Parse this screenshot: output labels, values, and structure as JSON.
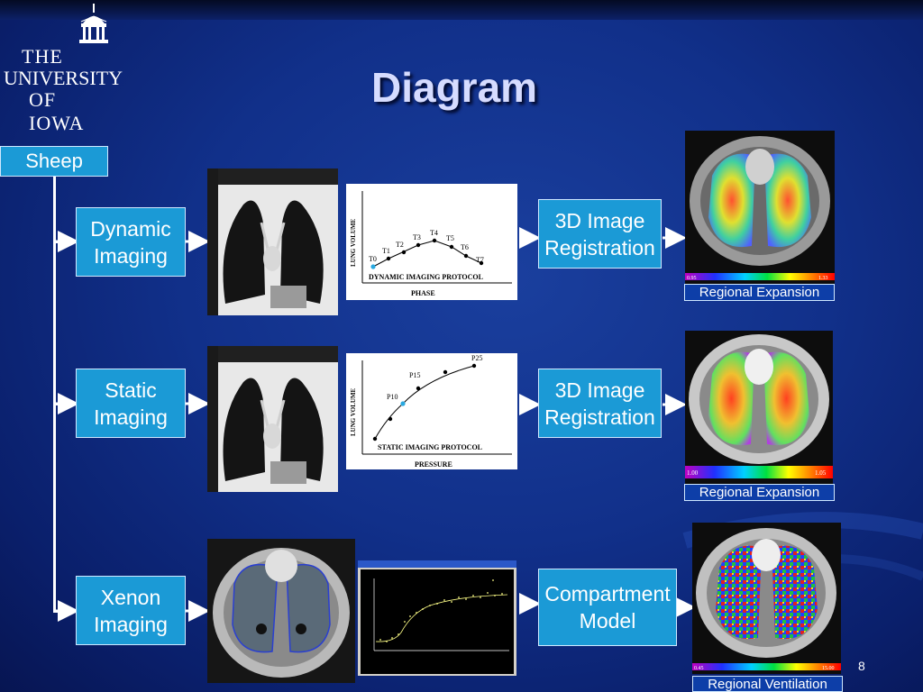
{
  "slide": {
    "title": "Diagram",
    "page_number": "8",
    "logo": {
      "line1": "THE",
      "line2": "UNIVERSITY",
      "line3": "OF IOWA"
    }
  },
  "diagram": {
    "root": "Sheep",
    "rows": [
      {
        "input": [
          "Dynamic",
          "Imaging"
        ],
        "process": [
          "3D Image",
          "Registration"
        ],
        "result_label": "Regional Expansion",
        "plot": {
          "ylabel": "LUNG VOLUME",
          "xlabel": "PHASE",
          "caption": "DYNAMIC IMAGING PROTOCOL",
          "points": [
            "T0",
            "T1",
            "T2",
            "T3",
            "T4",
            "T5",
            "T6",
            "T7"
          ]
        },
        "scale": {
          "min": "0.95",
          "max": "1.33"
        }
      },
      {
        "input": [
          "Static",
          "Imaging"
        ],
        "process": [
          "3D Image",
          "Registration"
        ],
        "result_label": "Regional Expansion",
        "plot": {
          "ylabel": "LUNG VOLUME",
          "xlabel": "PRESSURE",
          "caption": "STATIC IMAGING PROTOCOL",
          "points": [
            "P10",
            "P15",
            "P25"
          ]
        },
        "scale": {
          "min": "1.00",
          "max": "1.05"
        }
      },
      {
        "input": [
          "Xenon",
          "Imaging"
        ],
        "process": [
          "Compartment",
          "Model"
        ],
        "result_label": "Regional Ventilation",
        "scale": {
          "min": "0.45",
          "max": "15.00"
        }
      }
    ]
  },
  "colors": {
    "box": "#1b9ad6",
    "label_bg": "#0d3ea8",
    "title": "#d6dcff"
  }
}
